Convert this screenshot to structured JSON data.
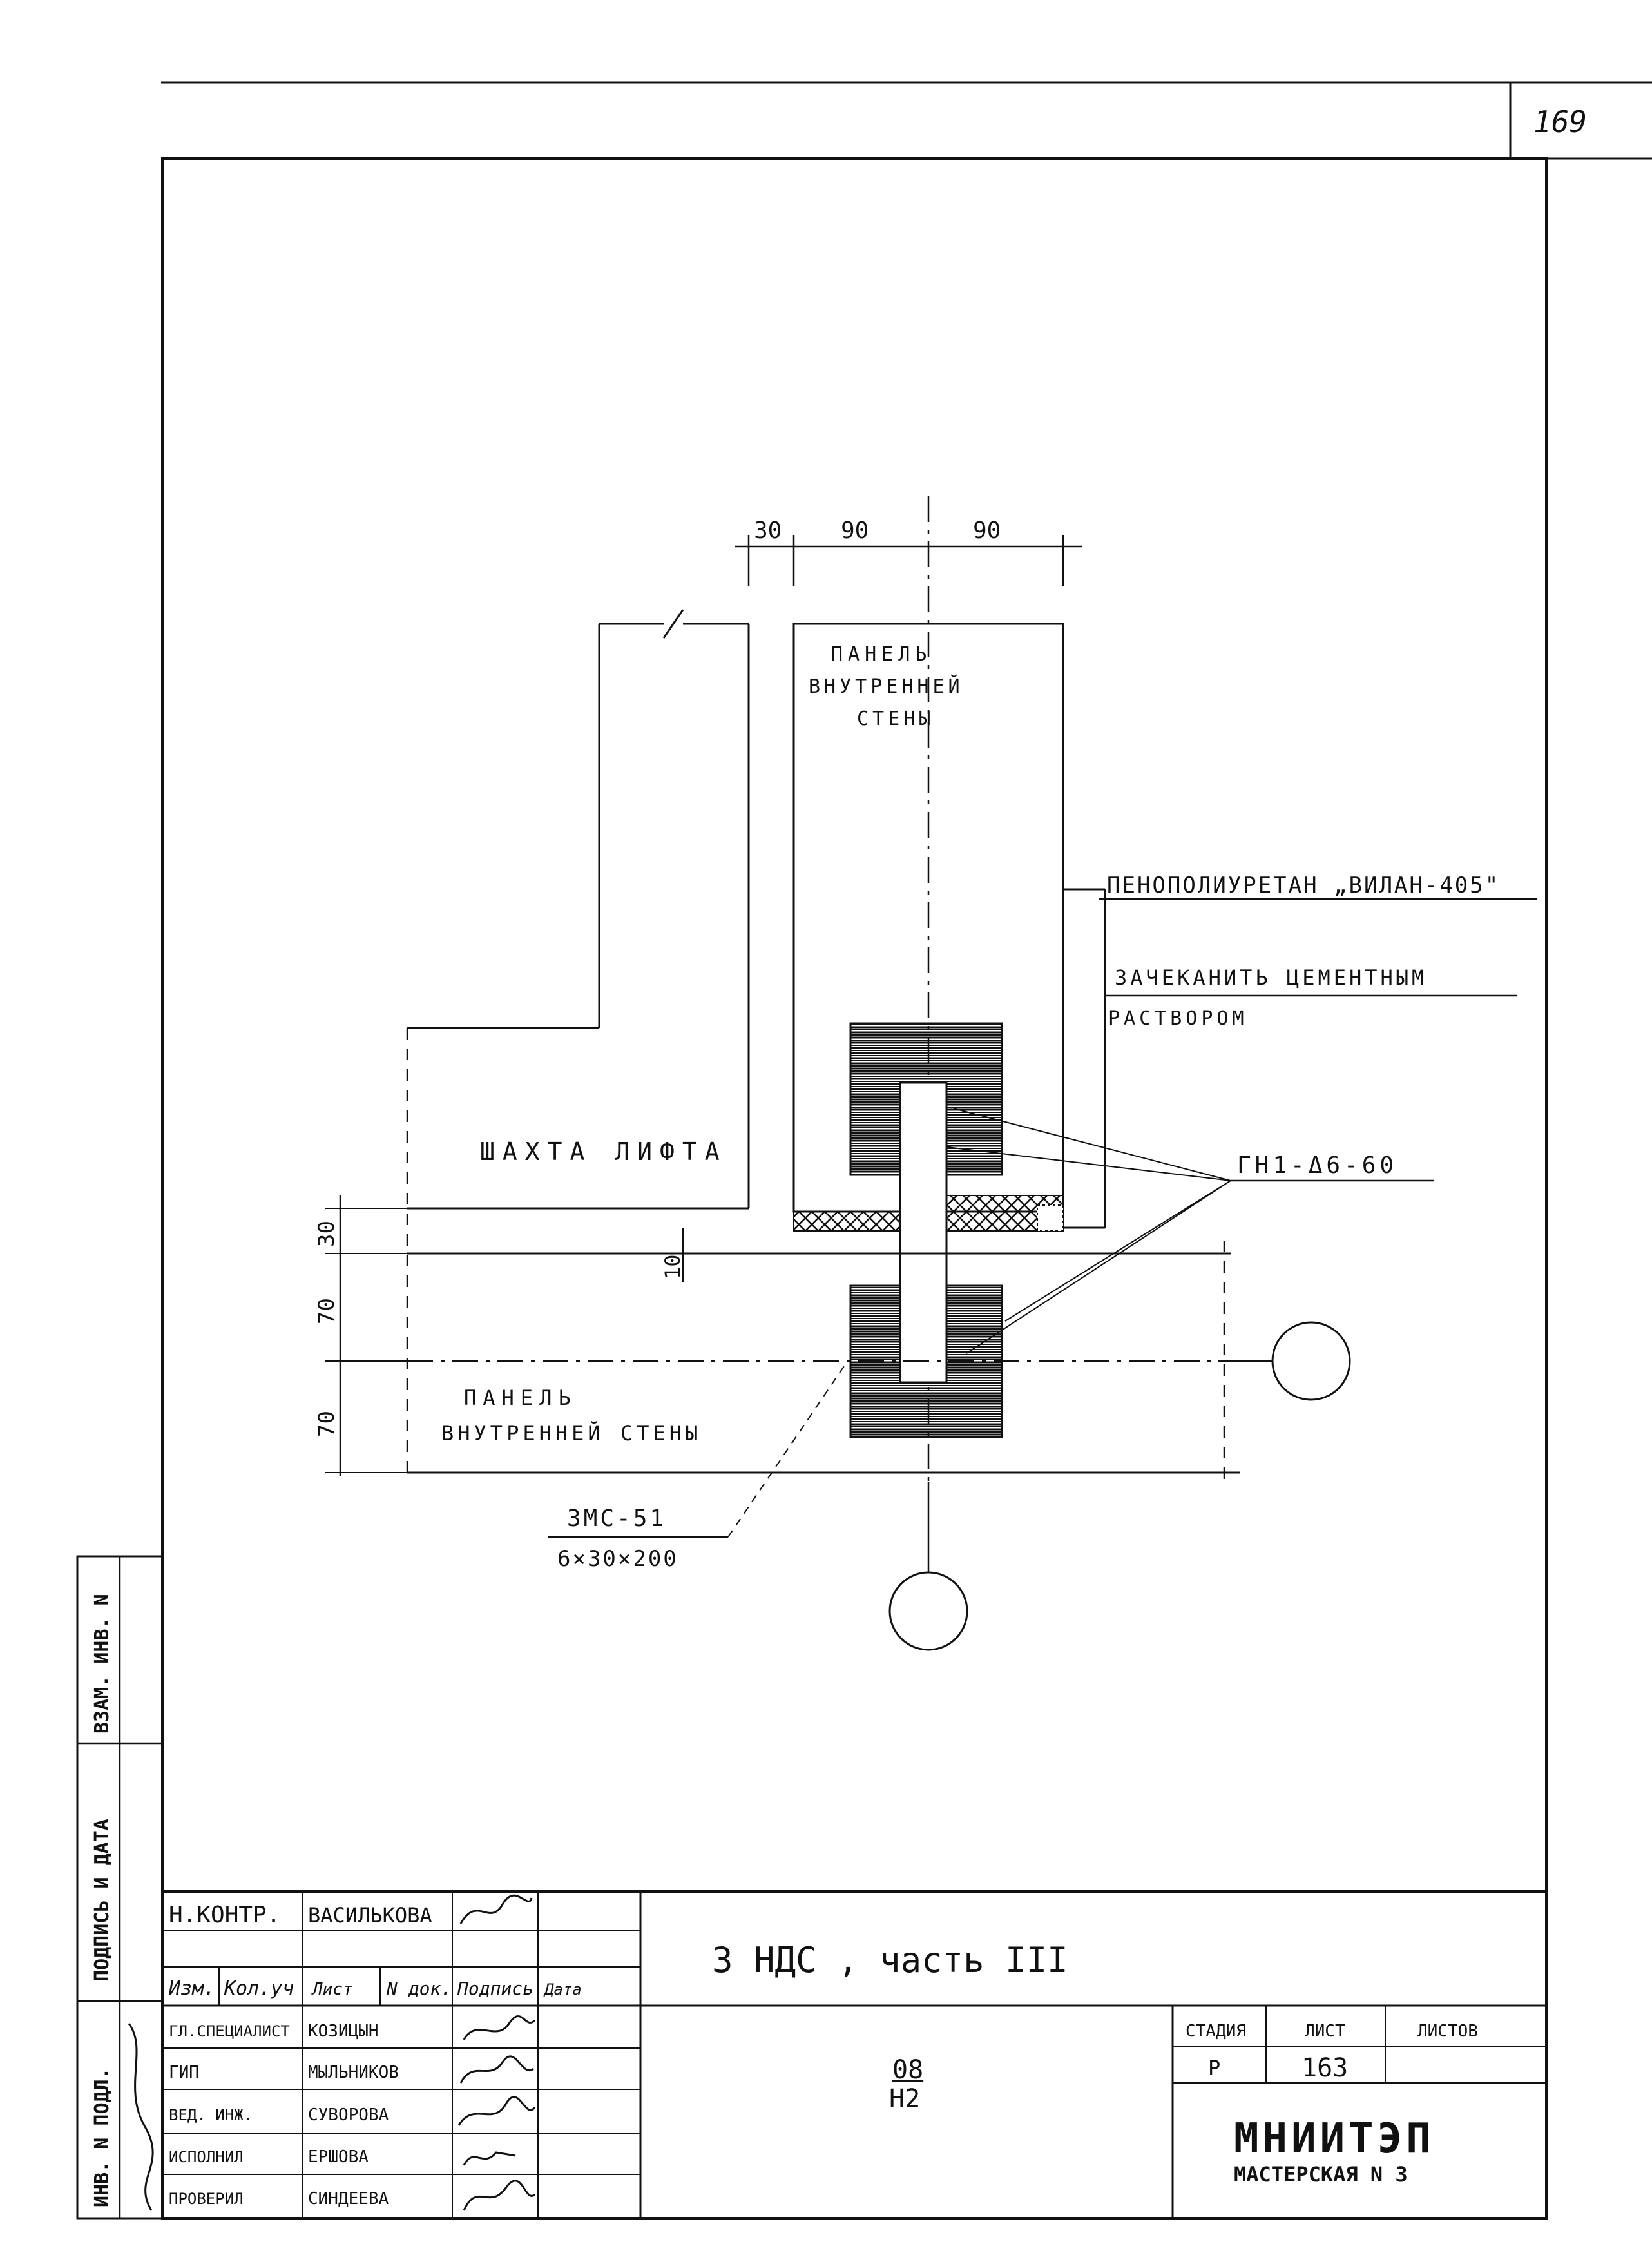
{
  "page_number": "169",
  "dimensions": {
    "d30": "30",
    "d90a": "90",
    "d90b": "90",
    "v30": "30",
    "v10": "10",
    "v70a": "70",
    "v70b": "70"
  },
  "labels": {
    "panel_top": [
      "ПАНЕЛЬ",
      "ВНУТРЕННЕЙ",
      "СТЕНЫ"
    ],
    "polyurethane": "ПЕНОПОЛИУРЕТАН „ВИЛАН-405\"",
    "caulk": [
      "ЗАЧЕКАНИТЬ ЦЕМЕНТНЫМ",
      "РАСТВОРОМ"
    ],
    "shaft": "ШАХТА ЛИФТА",
    "anchor": "ГН1-Δ6-60",
    "panel_bottom": [
      "ПАНЕЛЬ",
      "ВНУТРЕННЕЙ СТЕНЫ"
    ],
    "plate_mark": "ЗМС-51",
    "plate_size": "6×30×200"
  },
  "side_stamp": [
    "ВЗАМ. ИНВ. N",
    "ПОДПИСЬ И ДАТА",
    "ИНВ. N ПОДЛ."
  ],
  "title_block": {
    "n_kontr_role": "Н.КОНТР.",
    "n_kontr_name": "ВАСИЛЬКОВА",
    "headers": [
      "Изм.",
      "Кол.уч",
      "Лист",
      "N док.",
      "Подпись",
      "Дата"
    ],
    "rows": [
      {
        "role": "ГЛ.СПЕЦИАЛИСТ",
        "name": "КОЗИЦЫН"
      },
      {
        "role": "ГИП",
        "name": "МЫЛЬНИКОВ"
      },
      {
        "role": "ВЕД. ИНЖ.",
        "name": "СУВОРОВА"
      },
      {
        "role": "ИСПОЛНИЛ",
        "name": "ЕРШОВА"
      },
      {
        "role": "ПРОВЕРИЛ",
        "name": "СИНДЕЕВА"
      }
    ],
    "title": "3 НДС , часть III",
    "code_top": "08",
    "code_bottom": "Н2",
    "stage_label": "СТАДИЯ",
    "sheet_label": "ЛИСТ",
    "sheets_label": "ЛИСТОВ",
    "stage": "Р",
    "sheet": "163",
    "sheets": "",
    "org": "МНИИТЭП",
    "org_sub": "МАСТЕРСКАЯ N 3"
  }
}
